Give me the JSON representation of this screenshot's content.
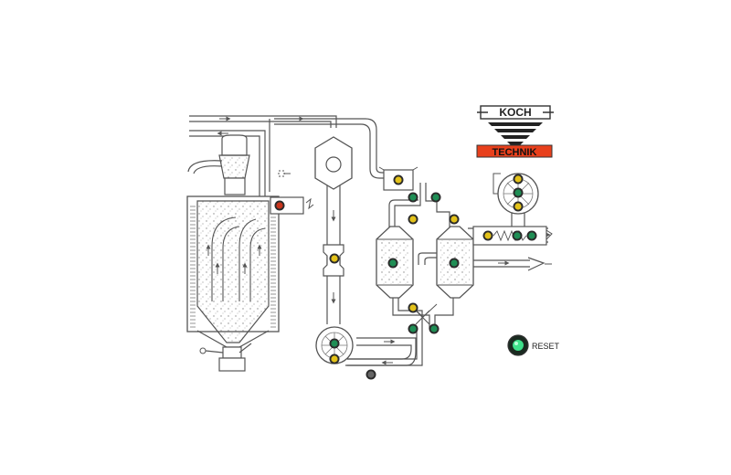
{
  "logo": {
    "brand_top": "KOCH",
    "brand_bottom": "TECHNIK",
    "accent_color": "#e8401c"
  },
  "controls": {
    "reset_label": "RESET"
  },
  "colors": {
    "yellow_lamp": "#e3c21a",
    "green_lamp": "#1f8e55",
    "red_lamp": "#c9351d",
    "reset_glow": "#3ee08a",
    "line": "#555555"
  },
  "indicators": [
    {
      "id": "lamp-hopper-inlet",
      "state": "red"
    },
    {
      "id": "lamp-conveyor-left",
      "state": "yellow"
    },
    {
      "id": "lamp-top-valve",
      "state": "yellow"
    },
    {
      "id": "lamp-manifold-left",
      "state": "green"
    },
    {
      "id": "lamp-manifold-right",
      "state": "green"
    },
    {
      "id": "lamp-dryer-left-top",
      "state": "yellow"
    },
    {
      "id": "lamp-dryer-left-center",
      "state": "green"
    },
    {
      "id": "lamp-dryer-right-top",
      "state": "yellow"
    },
    {
      "id": "lamp-dryer-right-center",
      "state": "green"
    },
    {
      "id": "lamp-dryer-left-bottom",
      "state": "yellow"
    },
    {
      "id": "lamp-bottom-valve-left",
      "state": "green"
    },
    {
      "id": "lamp-bottom-valve-right",
      "state": "green"
    },
    {
      "id": "lamp-blower-bottom-1",
      "state": "green"
    },
    {
      "id": "lamp-blower-bottom-2",
      "state": "yellow"
    },
    {
      "id": "lamp-blower-top-1",
      "state": "yellow"
    },
    {
      "id": "lamp-blower-top-2",
      "state": "green"
    },
    {
      "id": "lamp-blower-top-3",
      "state": "yellow"
    },
    {
      "id": "lamp-heater-1",
      "state": "yellow"
    },
    {
      "id": "lamp-heater-2",
      "state": "green"
    },
    {
      "id": "lamp-heater-3",
      "state": "green"
    },
    {
      "id": "lamp-floor",
      "state": "off"
    }
  ]
}
